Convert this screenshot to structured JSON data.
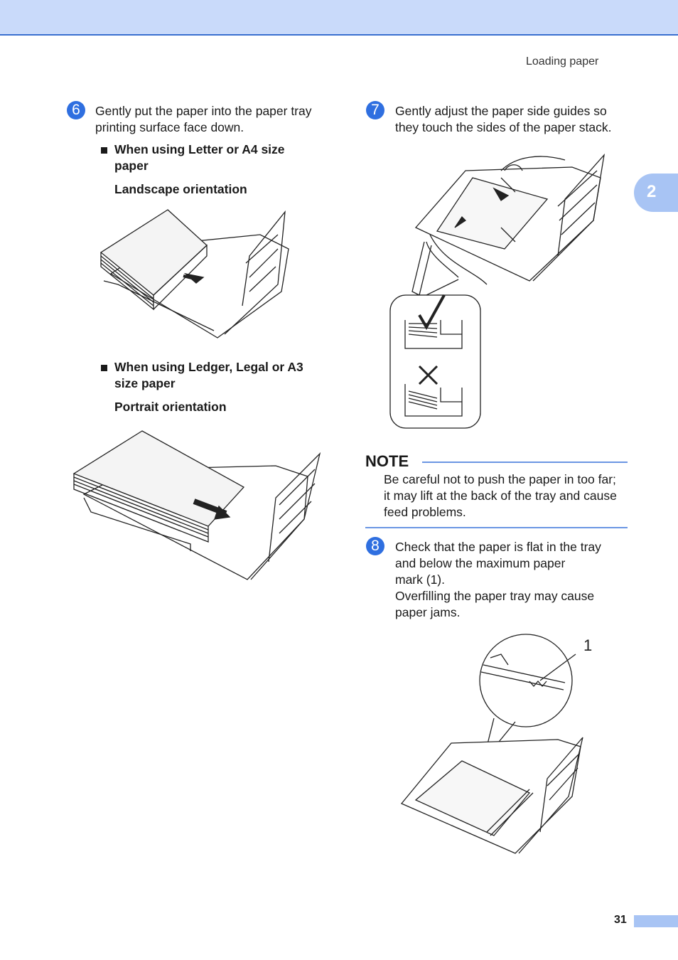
{
  "header": {
    "section": "Loading paper"
  },
  "chapter_tab": "2",
  "step6": {
    "number": "6",
    "text": [
      "Gently put the paper into the paper tray",
      "printing surface face down."
    ],
    "bullet1": [
      "When using Letter or A4 size",
      "paper"
    ],
    "orientation1": "Landscape orientation",
    "bullet2": [
      "When using Ledger, Legal or A3",
      "size paper"
    ],
    "orientation2": "Portrait orientation"
  },
  "step7": {
    "number": "7",
    "text": [
      "Gently adjust the paper side guides so",
      "they touch the sides of the paper stack."
    ]
  },
  "note": {
    "title": "NOTE",
    "text": [
      "Be careful not to push the paper in too far;",
      "it may lift at the back of the tray and cause",
      "feed problems."
    ]
  },
  "step8": {
    "number": "8",
    "text": [
      "Check that the paper is flat in the tray",
      "and below the maximum paper",
      "mark (1).",
      "Overfilling the paper tray may cause",
      "paper jams."
    ],
    "callout": "1"
  },
  "footer": {
    "page_number": "31"
  },
  "colors": {
    "accent": "#2f6fe0",
    "band": "#c9dafa",
    "rule": "#6b96e3"
  }
}
